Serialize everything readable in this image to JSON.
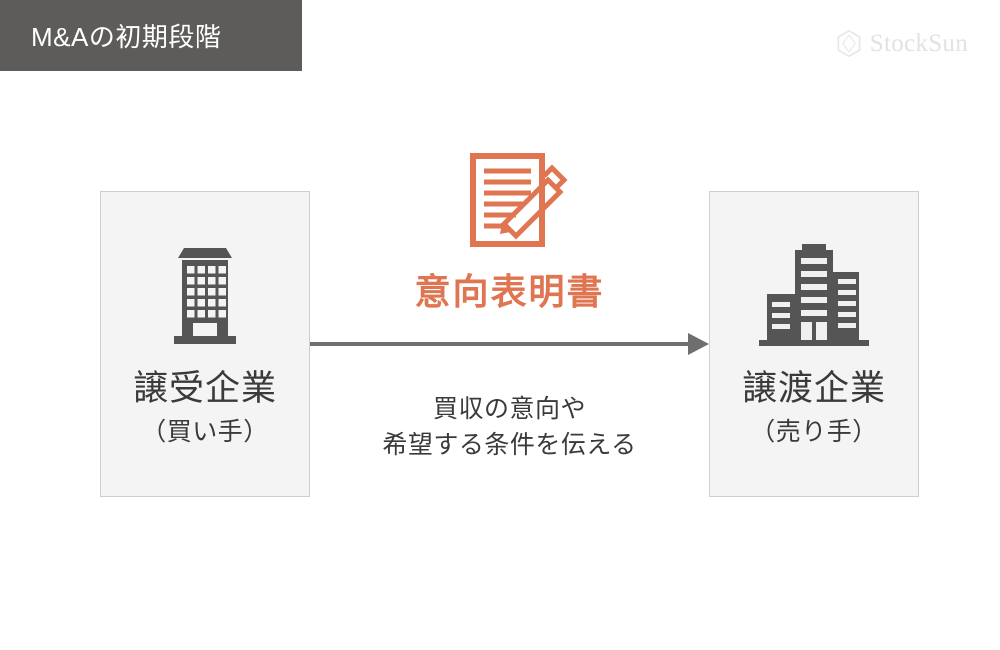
{
  "header": {
    "title": "M&Aの初期段階",
    "background_color": "#5d5c5a",
    "text_color": "#ffffff"
  },
  "brand": {
    "name": "StockSun",
    "mark_icon": "hexagon-diamond-icon",
    "color": "#e2e2e2"
  },
  "diagram": {
    "left_box": {
      "icon": "office-building-icon",
      "name": "譲受企業",
      "role": "（買い手）"
    },
    "right_box": {
      "icon": "city-buildings-icon",
      "name": "譲渡企業",
      "role": "（売り手）"
    },
    "flow": {
      "document_icon": "document-pencil-icon",
      "title": "意向表明書",
      "title_color": "#df7551",
      "arrow_icon": "right-arrow-icon",
      "arrow_color": "#6e6e6e",
      "caption_line1": "買収の意向や",
      "caption_line2": "希望する条件を伝える"
    }
  },
  "colors": {
    "page_background": "#ffffff",
    "box_fill": "#f4f4f4",
    "box_border": "#cfcfcf",
    "icon_gray": "#555555",
    "accent_orange": "#df7551",
    "text_dark": "#3a3a3a"
  }
}
